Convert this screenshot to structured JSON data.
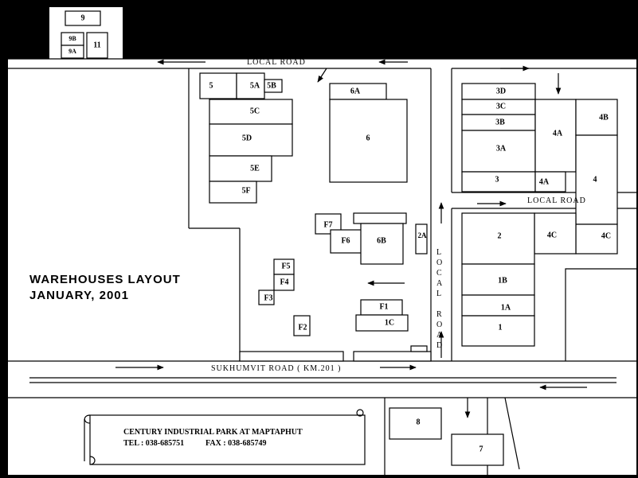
{
  "title": {
    "line1": "WAREHOUSES  LAYOUT",
    "line2": "JANUARY, 2001"
  },
  "roads": {
    "top": "LOCAL  ROAD",
    "right_local": "LOCAL   ROAD",
    "vertical_letters": [
      "L",
      "O",
      "C",
      "A",
      "L",
      "",
      "R",
      "O",
      "A",
      "D"
    ],
    "main": "SUKHUMVIT  ROAD ( KM.201 )"
  },
  "scroll": {
    "company": "CENTURY INDUSTRIAL PARK  AT MAPTAPHUT",
    "tel": "TEL : 038-685751",
    "fax": "FAX : 038-685749"
  },
  "buildings": {
    "b9": "9",
    "b9B": "9B",
    "b9A": "9A",
    "b11": "11",
    "b5": "5",
    "b5A": "5A",
    "b5B": "5B",
    "b5C": "5C",
    "b5D": "5D",
    "b5E": "5E",
    "b5F": "5F",
    "b6A": "6A",
    "b6": "6",
    "b3D": "3D",
    "b3C": "3C",
    "b3B": "3B",
    "b3A": "3A",
    "b3": "3",
    "b4A_top": "4A",
    "b4A_bottom": "4A",
    "b4B": "4B",
    "b4": "4",
    "bF7": "F7",
    "bF6": "F6",
    "b6B": "6B",
    "b2A": "2A",
    "b2": "2",
    "b4C_left": "4C",
    "b4C_right": "4C",
    "b1B": "1B",
    "b1A": "1A",
    "b1": "1",
    "bF5": "F5",
    "bF4": "F4",
    "bF3": "F3",
    "bF2": "F2",
    "bF1": "F1",
    "b1C": "1C",
    "b8": "8",
    "b7": "7"
  },
  "colors": {
    "background": "#000000",
    "map": "#ffffff",
    "ink": "#000000"
  }
}
